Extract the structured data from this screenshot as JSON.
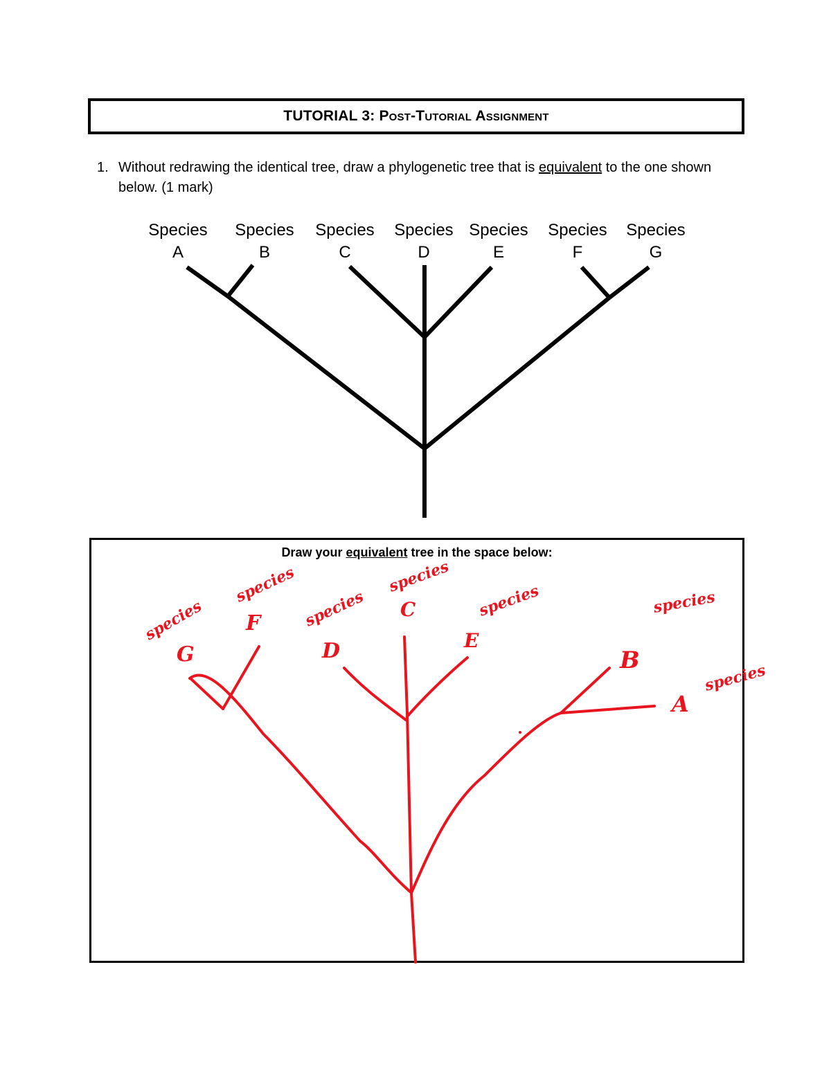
{
  "header": {
    "title_main": "TUTORIAL 3:",
    "title_sub": "Post-Tutorial Assignment"
  },
  "question": {
    "number": "1.",
    "text_before": "Without redrawing the identical tree, draw a phylogenetic tree that is ",
    "emphasis": "equivalent",
    "text_after": " to the one shown below. (1 mark)"
  },
  "reference_tree": {
    "species_word": "Species",
    "tips": [
      "A",
      "B",
      "C",
      "D",
      "E",
      "F",
      "G"
    ],
    "line_color": "#000000",
    "structure": "((A,B),(C,D,E),(F,G))"
  },
  "answer_box": {
    "prompt_before": "Draw your ",
    "prompt_emphasis": "equivalent",
    "prompt_after": " tree in the space below:",
    "handwritten_color": "#e8141e",
    "handwritten_word": "species",
    "handwritten_tips": [
      "G",
      "F",
      "D",
      "C",
      "E",
      "B",
      "A"
    ],
    "structure": "((G,F),(D,C,E),(B,A))"
  }
}
